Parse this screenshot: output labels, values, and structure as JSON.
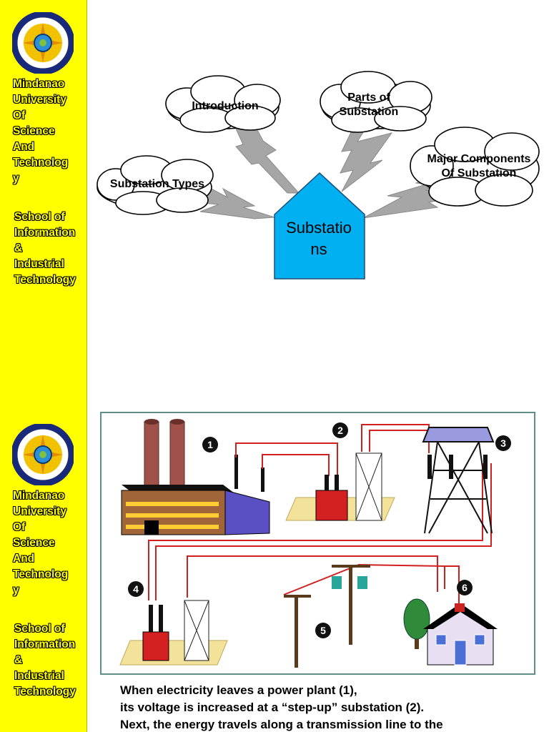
{
  "sidebar": {
    "logo": "university-seal",
    "university": "Mindanao\nUniversity\nOf\nScience\nAnd\nTechnolog\ny",
    "school": "School  of\nInformation\n&\nIndustrial\nTechnology"
  },
  "slide1": {
    "hub": "Substatio\nns",
    "clouds": [
      "Introduction",
      "Parts of\nSubstation",
      "Major Components\nOf Substation",
      "Substation Types"
    ],
    "colors": {
      "hub": "#00b0f0",
      "bolt": "#a6a6a6",
      "cloud": "#ffffff"
    }
  },
  "slide2": {
    "labels": [
      "1",
      "2",
      "3",
      "4",
      "5",
      "6"
    ],
    "caption": "When electricity leaves a power plant (1),\nits voltage is increased at a “step-up” substation (2).\nNext, the energy travels along a transmission line to the"
  }
}
